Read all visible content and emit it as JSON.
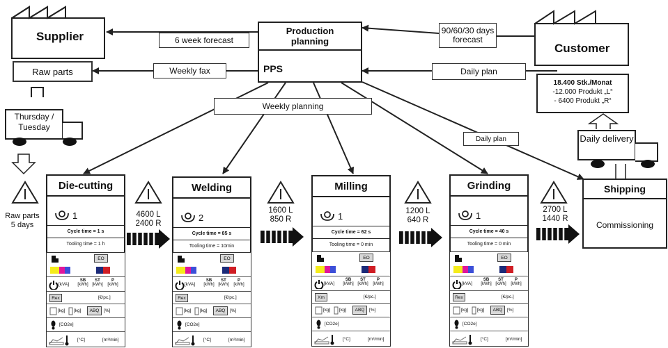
{
  "supplier": {
    "name": "Supplier"
  },
  "customer": {
    "name": "Customer"
  },
  "production_planning": {
    "title": "Production planning",
    "system": "PPS"
  },
  "raw_parts_box": {
    "label": "Raw parts"
  },
  "forecast_to_supplier": {
    "label": "6 week forecast"
  },
  "forecast_from_customer": {
    "label": "90/60/30 days forecast"
  },
  "weekly_fax": {
    "label": "Weekly fax"
  },
  "daily_plan_customer": {
    "label": "Daily plan"
  },
  "demand": {
    "line1": "18.400 Stk./Monat",
    "line2": "-12.000 Produkt „L“",
    "line3": "- 6400 Produkt „R“"
  },
  "weekly_planning": {
    "label": "Weekly planning"
  },
  "daily_plan_grinding": {
    "label": "Daily plan"
  },
  "supplier_truck": {
    "label": "Thursday / Tuesday"
  },
  "customer_truck": {
    "label": "Daily delivery"
  },
  "raw_inventory": {
    "label": "Raw parts",
    "days": "5 days"
  },
  "processes": [
    {
      "name": "Die-cutting",
      "operators": "1",
      "cycle": "Cycle time = 1 s",
      "tooling": "Tooling time = 1 h"
    },
    {
      "name": "Welding",
      "operators": "2",
      "cycle": "Cycle time = 85 s",
      "tooling": "Tooling time = 10min"
    },
    {
      "name": "Milling",
      "operators": "1",
      "cycle": "Cycle time = 62 s",
      "tooling": "Tooling time = 0 min"
    },
    {
      "name": "Grinding",
      "operators": "1",
      "cycle": "Cycle time = 40 s",
      "tooling": "Tooling time = 0 min"
    }
  ],
  "inventories": [
    {
      "l": "4600 L",
      "r": "2400 R"
    },
    {
      "l": "1600 L",
      "r": "850 R"
    },
    {
      "l": "1200 L",
      "r": "640 R"
    },
    {
      "l": "2700 L",
      "r": "1440 R"
    }
  ],
  "shipping": {
    "title": "Shipping",
    "body": "Commissioning"
  },
  "panel": {
    "eo": "EO",
    "kva": "[kVA]",
    "sb": "SB",
    "st": "ST",
    "p": "P",
    "kwh": "[kWh]",
    "rex": "Rex",
    "xm": "Xm",
    "euro": "[€/pc.]",
    "kg": "[kg]",
    "abq": "ABQ",
    "pct": "[%]",
    "co2": "[CO2e]",
    "temp": "[°C]",
    "flow": "[m³/min]",
    "flow_alt": "[m²/min]"
  },
  "colors": {
    "line": "#222222",
    "yellow": "#f5ec1a",
    "magenta": "#e0169c",
    "blue": "#3c4fd8",
    "navy": "#1b2a78",
    "red": "#d01d24"
  }
}
